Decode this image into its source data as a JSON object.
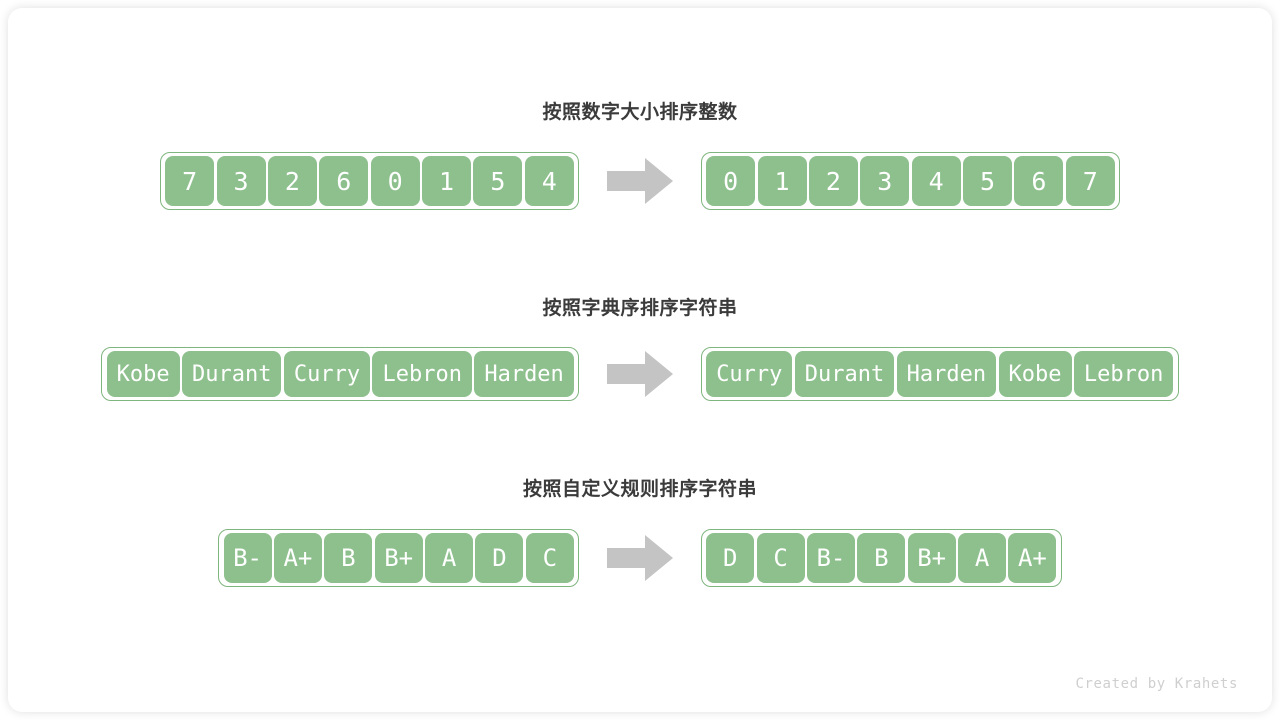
{
  "page": {
    "background_color": "#ffffff",
    "card_color": "#ffffff",
    "accent_color": "#8ec08e",
    "accent_border_color": "#7fb57f",
    "arrow_color": "#c4c4c4",
    "title_color": "#3b3b3b",
    "credit_color": "#cfcfcf"
  },
  "sections": [
    {
      "title": "按照数字大小排序整数",
      "input": [
        "7",
        "3",
        "2",
        "6",
        "0",
        "1",
        "5",
        "4"
      ],
      "output": [
        "0",
        "1",
        "2",
        "3",
        "4",
        "5",
        "6",
        "7"
      ],
      "arrow": "right-arrow-icon"
    },
    {
      "title": "按照字典序排序字符串",
      "input": [
        "Kobe",
        "Durant",
        "Curry",
        "Lebron",
        "Harden"
      ],
      "output": [
        "Curry",
        "Durant",
        "Harden",
        "Kobe",
        "Lebron"
      ],
      "arrow": "right-arrow-icon"
    },
    {
      "title": "按照自定义规则排序字符串",
      "input": [
        "B-",
        "A+",
        "B",
        "B+",
        "A",
        "D",
        "C"
      ],
      "output": [
        "D",
        "C",
        "B-",
        "B",
        "B+",
        "A",
        "A+"
      ],
      "arrow": "right-arrow-icon"
    }
  ],
  "credit": "Created by Krahets"
}
